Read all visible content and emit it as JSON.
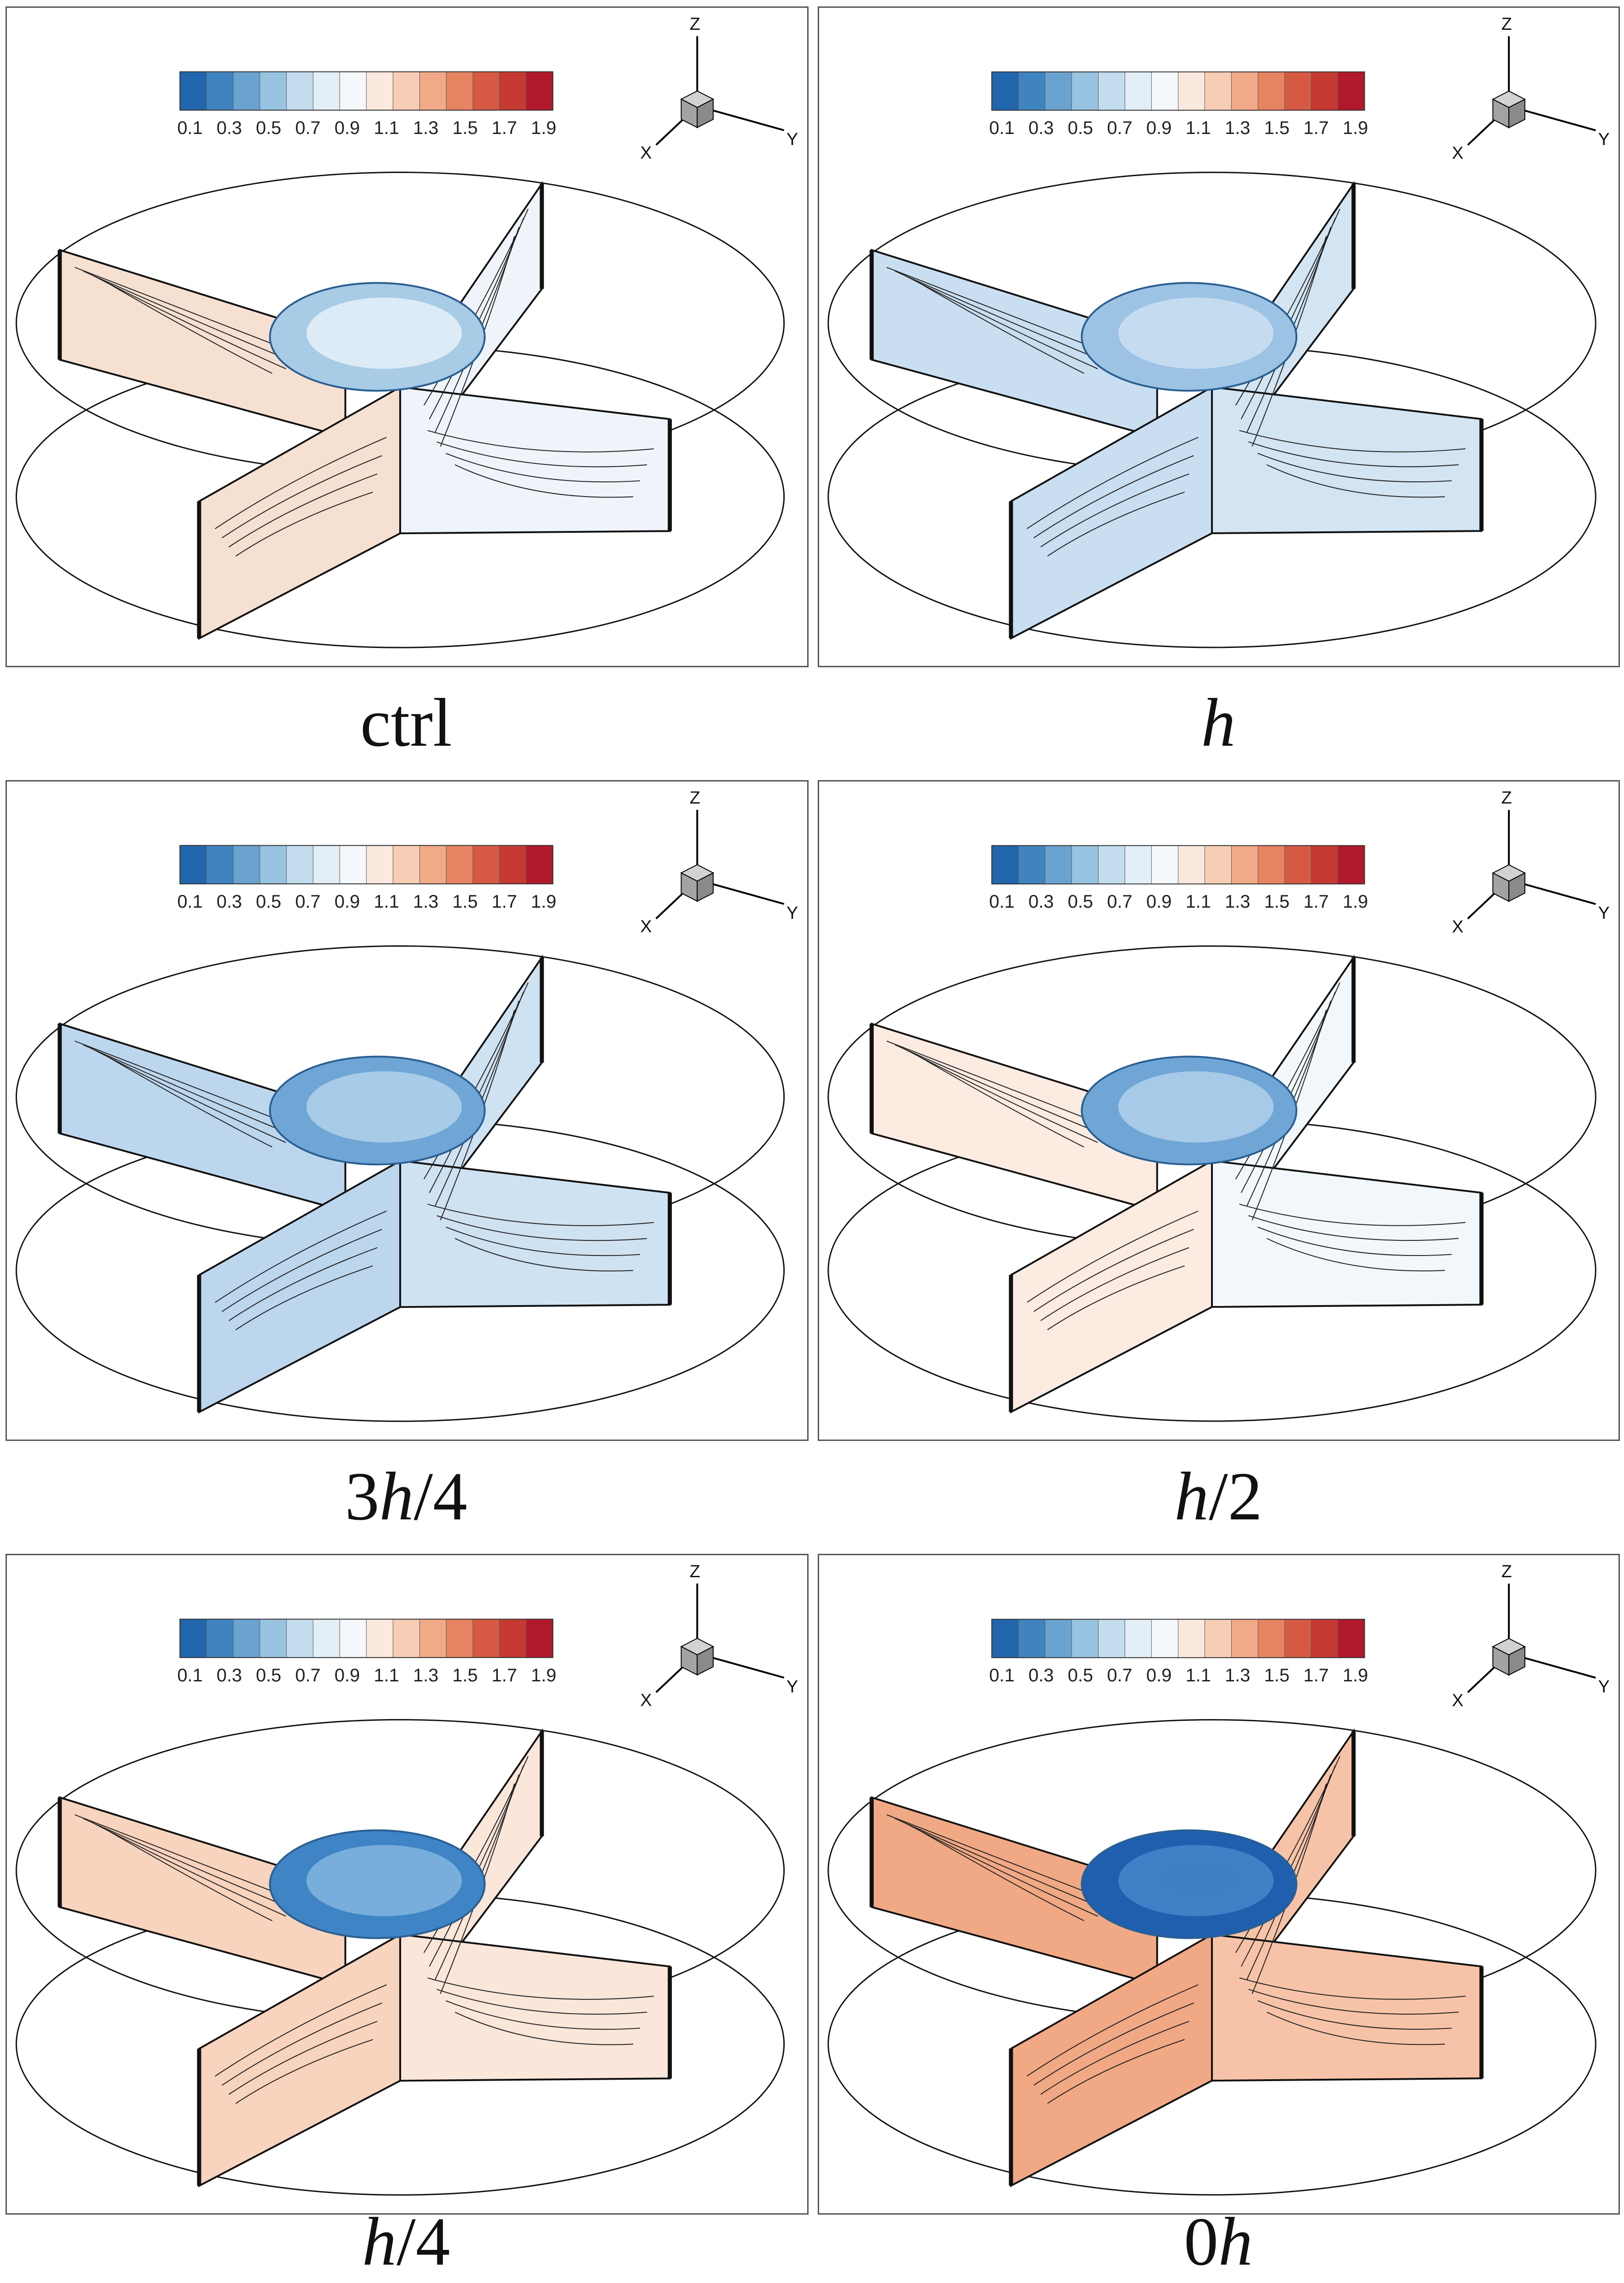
{
  "colorbar": {
    "ticks": [
      "0.1",
      "0.3",
      "0.5",
      "0.7",
      "0.9",
      "1.1",
      "1.3",
      "1.5",
      "1.7",
      "1.9"
    ],
    "colors": [
      "#2166ac",
      "#3f84bf",
      "#6ba3d0",
      "#98c3e1",
      "#c3dcee",
      "#e3eef6",
      "#f4f8fb",
      "#fbe9df",
      "#f7cdb5",
      "#f1a988",
      "#e68462",
      "#d65a43",
      "#c43a32",
      "#b2182b"
    ]
  },
  "axes": {
    "x": "X",
    "y": "Y",
    "z": "Z"
  },
  "panels": [
    {
      "caption_parts": [
        {
          "text": "ctrl",
          "italic": false
        }
      ],
      "fill": "#f6e0d2",
      "fill2": "#eef4f9",
      "hub": "#a8cbe6",
      "hub_inner": "#dcebf6"
    },
    {
      "caption_parts": [
        {
          "text": "h",
          "italic": true
        }
      ],
      "fill": "#c9def0",
      "fill2": "#d3e5f3",
      "hub": "#9cc2e4",
      "hub_inner": "#c5dcf0"
    },
    {
      "caption_parts": [
        {
          "text": "3",
          "italic": false
        },
        {
          "text": "h",
          "italic": true
        },
        {
          "text": "/4",
          "italic": false
        }
      ],
      "fill": "#bcd6ed",
      "fill2": "#cfe2f2",
      "hub": "#6fa6d6",
      "hub_inner": "#a8cbe8"
    },
    {
      "caption_parts": [
        {
          "text": "h",
          "italic": true
        },
        {
          "text": "/2",
          "italic": false
        }
      ],
      "fill": "#fbebe1",
      "fill2": "#f2f7fb",
      "hub": "#6fa6d6",
      "hub_inner": "#a7cae8"
    },
    {
      "caption_parts": [
        {
          "text": "h",
          "italic": true
        },
        {
          "text": "/4",
          "italic": false
        }
      ],
      "fill": "#f8d3bd",
      "fill2": "#fbe6da",
      "hub": "#3f84c5",
      "hub_inner": "#78aedb"
    },
    {
      "caption_parts": [
        {
          "text": "0",
          "italic": false
        },
        {
          "text": "h",
          "italic": true
        }
      ],
      "fill": "#f1a884",
      "fill2": "#f7c3a8",
      "hub": "#1f5fae",
      "hub_inner": "#3f80c6"
    }
  ]
}
